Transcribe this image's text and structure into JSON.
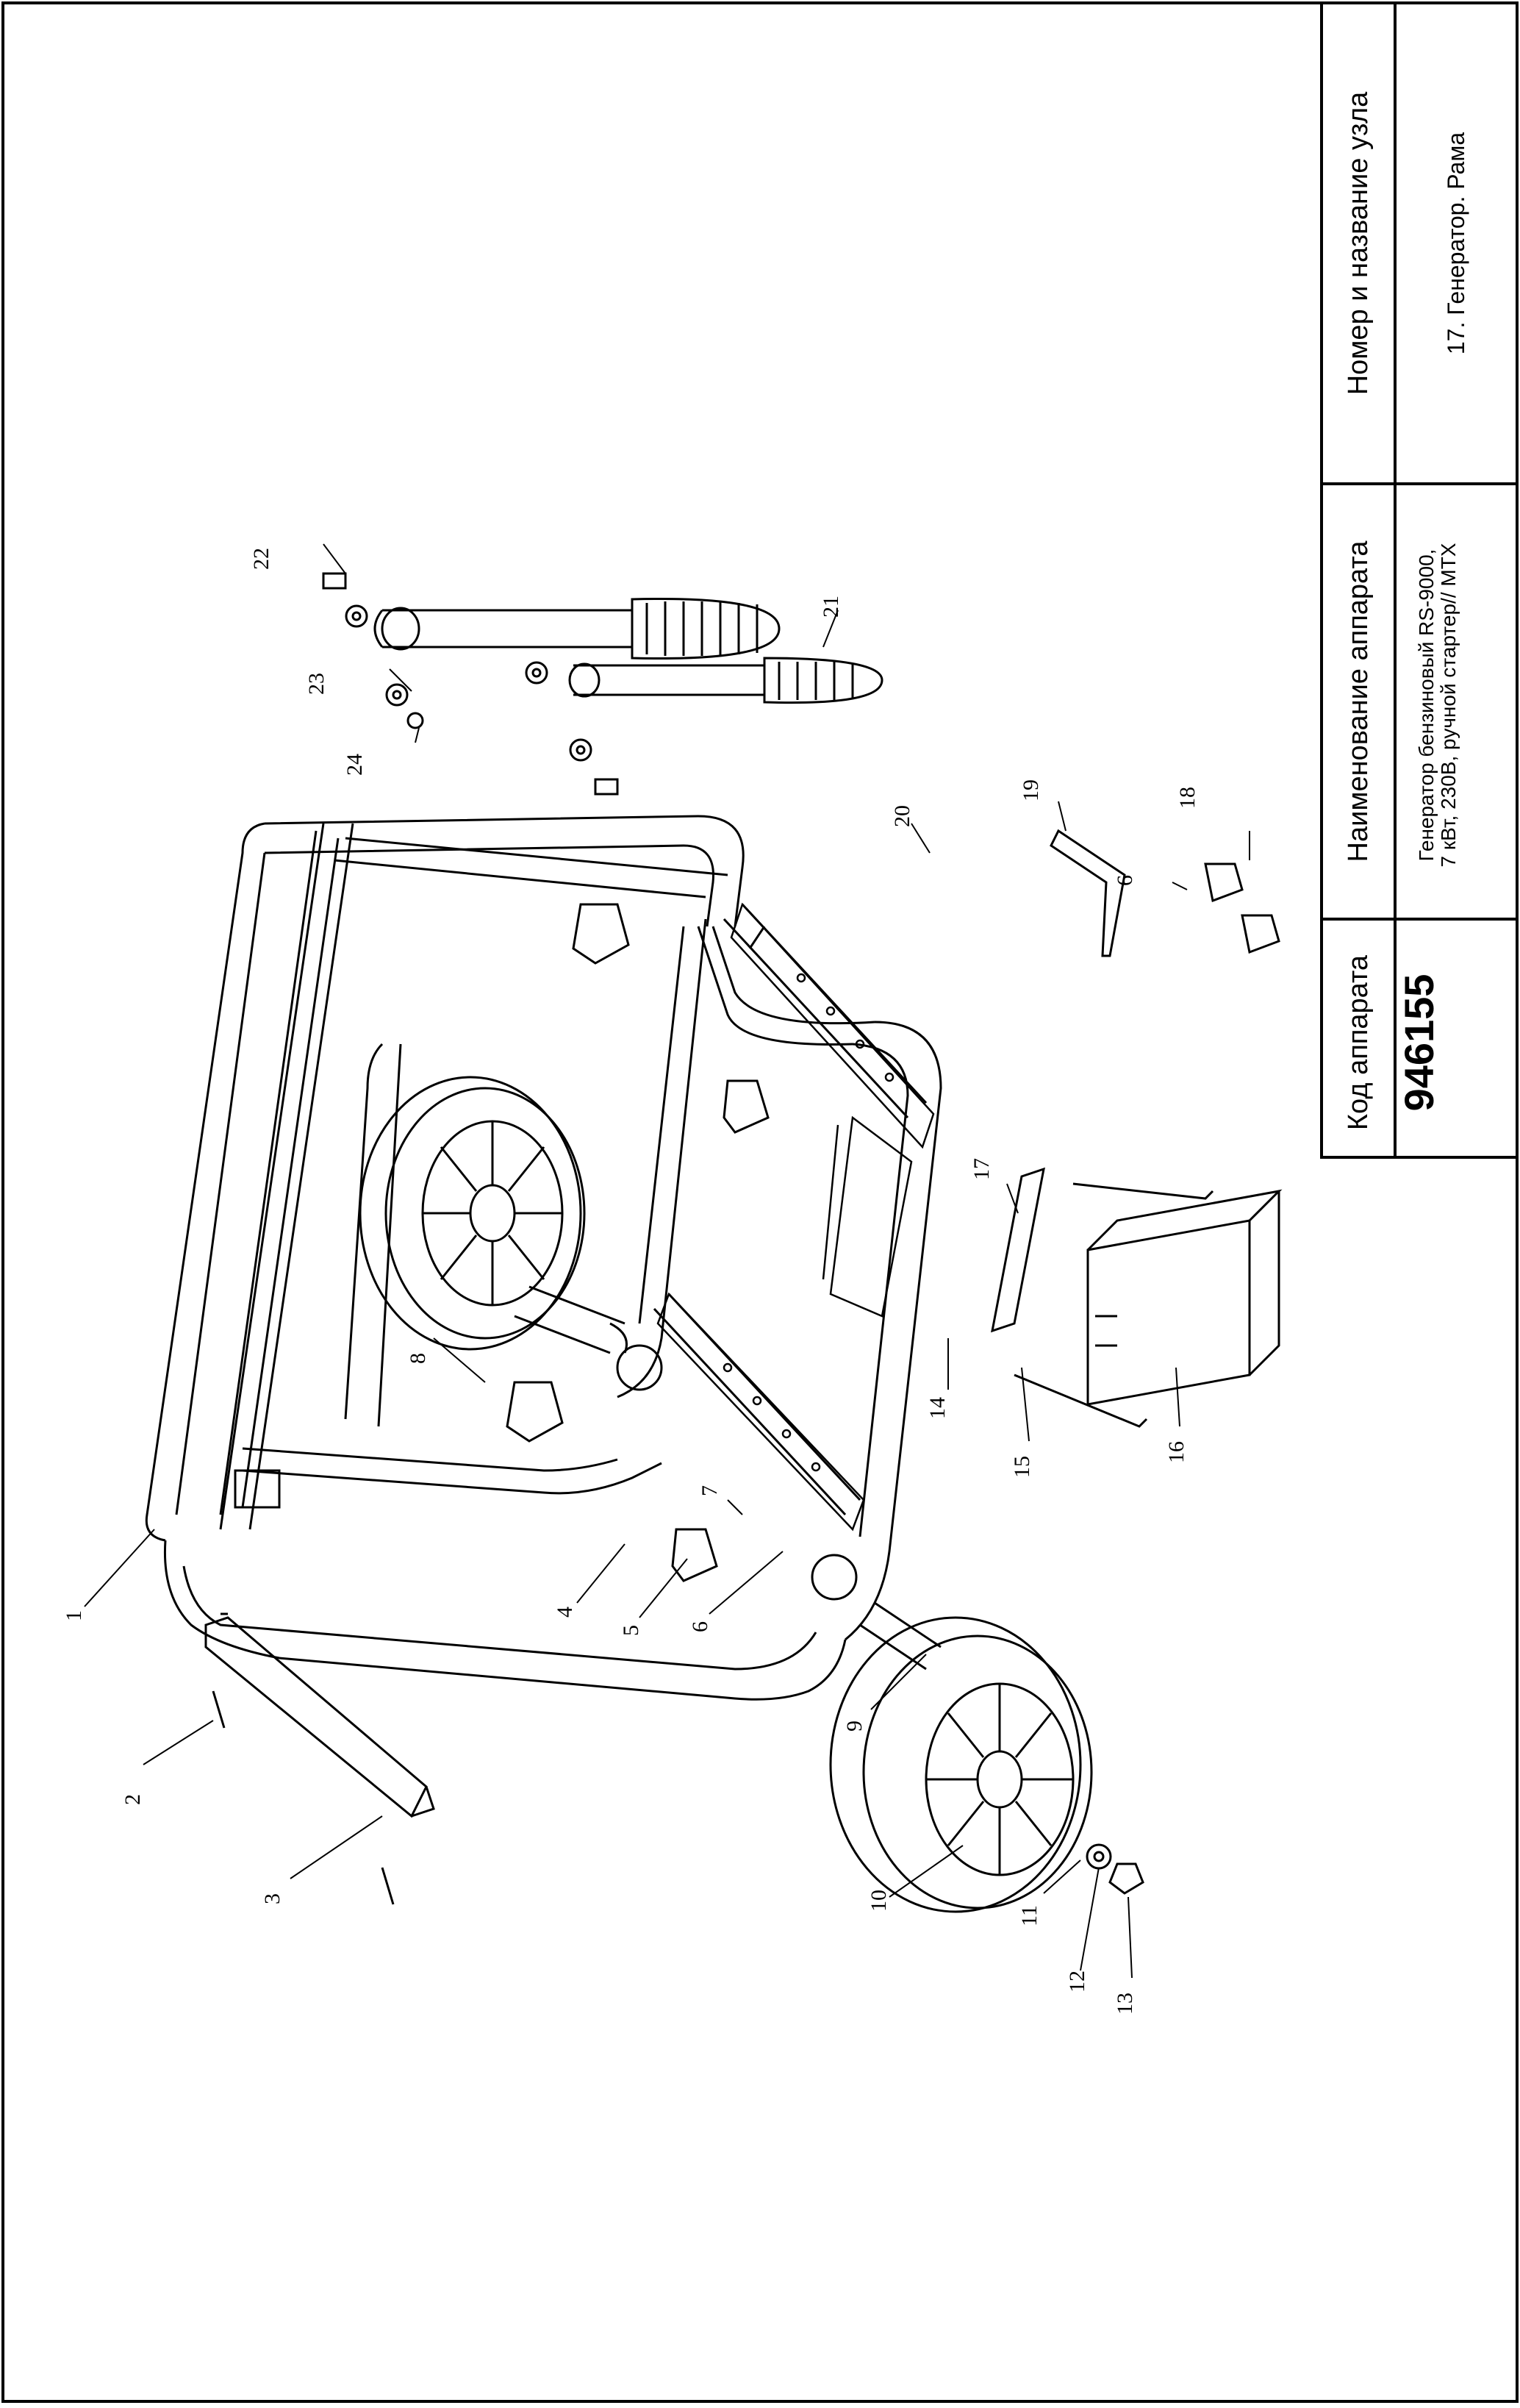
{
  "title_block": {
    "code_header": "Код аппарата",
    "code_value": "946155",
    "name_header": "Наименование аппарата",
    "name_line1": "Генератор бензиновый RS-9000,",
    "name_line2": "7 кВт, 230В, ручной стартер// MTX",
    "node_header": "Номер и название узла",
    "node_value": "17. Генератор. Рама"
  },
  "callouts": [
    "1",
    "2",
    "3",
    "4",
    "5",
    "6",
    "7",
    "8",
    "9",
    "10",
    "11",
    "12",
    "13",
    "14",
    "15",
    "16",
    "17",
    "18",
    "19",
    "20",
    "21",
    "22",
    "23",
    "24",
    "6"
  ]
}
